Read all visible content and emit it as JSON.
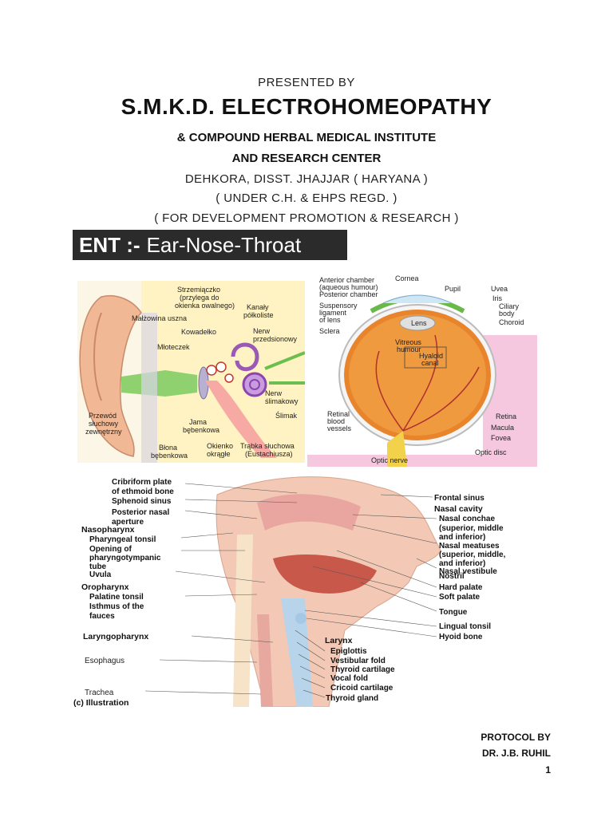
{
  "header": {
    "presented_by": "PRESENTED BY",
    "title": "S.M.K.D. ELECTROHOMEOPATHY",
    "subtitle_1": "& COMPOUND HERBAL MEDICAL INSTITUTE",
    "subtitle_2": "AND RESEARCH CENTER",
    "address": "DEHKORA, DISST. JHAJJAR ( HARYANA )",
    "registration": "( UNDER C.H. & EHPS REGD. )",
    "purpose": "( FOR DEVELOPMENT PROMOTION & RESEARCH )"
  },
  "banner": {
    "prefix": "ENT :-",
    "rest": "Ear-Nose-Throat"
  },
  "ear_diagram": {
    "labels": {
      "strzemiaczko": "Strzemiączko",
      "strzemiaczko_2": "(przylega do",
      "strzemiaczko_3": "okienka owalnego)",
      "malzowina": "Małżowina uszna",
      "kanaly": "Kanały",
      "kanaly_2": "półkoliste",
      "kowadelko": "Kowadełko",
      "nerw_przed": "Nerw",
      "nerw_przed_2": "przedsionowy",
      "mloteczek": "Młoteczek",
      "nerw_slim": "Nerw",
      "nerw_slim_2": "ślimakowy",
      "przewod": "Przewód",
      "przewod_2": "słuchowy",
      "przewod_3": "zewnętrzny",
      "jama": "Jama",
      "jama_2": "bębenkowa",
      "slimak": "Ślimak",
      "blona": "Błona",
      "blona_2": "bębenkowa",
      "okienko": "Okienko",
      "okienko_2": "okrągłe",
      "trabka": "Trąbka słuchowa",
      "trabka_2": "(Eustachiusza)"
    }
  },
  "eye_diagram": {
    "labels": {
      "anterior": "Anterior chamber",
      "anterior_2": "(aqueous humour)",
      "posterior": "Posterior chamber",
      "cornea": "Cornea",
      "pupil": "Pupil",
      "uvea": "Uvea",
      "iris": "Iris",
      "ciliary": "Ciliary",
      "ciliary_2": "body",
      "choroid": "Choroid",
      "suspensory": "Suspensory",
      "suspensory_2": "ligament",
      "suspensory_3": "of lens",
      "lens": "Lens",
      "sclera": "Sclera",
      "vitreous": "Vitreous",
      "vitreous_2": "humour",
      "hyaloid": "Hyaloid",
      "hyaloid_2": "canal",
      "retinal": "Retinal",
      "retinal_2": "blood",
      "retinal_3": "vessels",
      "retina": "Retina",
      "macula": "Macula",
      "fovea": "Fovea",
      "optic_nerve": "Optic nerve",
      "optic_disc": "Optic disc"
    }
  },
  "throat_diagram": {
    "left_labels": {
      "cribriform": "Cribriform plate",
      "cribriform_2": "of ethmoid bone",
      "sphenoid": "Sphenoid sinus",
      "posterior_nasal": "Posterior nasal",
      "posterior_nasal_2": "aperture",
      "nasopharynx": "Nasopharynx",
      "pharyngeal": "Pharyngeal tonsil",
      "opening": "Opening of",
      "opening_2": "pharyngotympanic",
      "opening_3": "tube",
      "uvula": "Uvula",
      "oropharynx": "Oropharynx",
      "palatine": "Palatine tonsil",
      "isthmus": "Isthmus of the",
      "isthmus_2": "fauces",
      "laryngopharynx": "Laryngopharynx",
      "esophagus": "Esophagus",
      "trachea": "Trachea",
      "illustration": "(c) Illustration"
    },
    "right_labels": {
      "frontal": "Frontal sinus",
      "nasal_cavity": "Nasal cavity",
      "conchae": "Nasal conchae",
      "conchae_2": "(superior, middle",
      "conchae_3": "and inferior)",
      "meatuses": "Nasal meatuses",
      "meatuses_2": "(superior, middle,",
      "meatuses_3": "and inferior)",
      "vestibule": "Nasal vestibule",
      "nostril": "Nostril",
      "hard_palate": "Hard palate",
      "soft_palate": "Soft palate",
      "tongue": "Tongue",
      "lingual": "Lingual tonsil",
      "hyoid": "Hyoid bone",
      "larynx": "Larynx",
      "epiglottis": "Epiglottis",
      "vestibular": "Vestibular fold",
      "thyroid_cart": "Thyroid cartilage",
      "vocal": "Vocal fold",
      "cricoid": "Cricoid cartilage",
      "thyroid_gland": "Thyroid gland"
    }
  },
  "footer": {
    "protocol_by": "PROTOCOL BY",
    "author": "DR. J.B. RUHIL",
    "page_number": "1"
  }
}
